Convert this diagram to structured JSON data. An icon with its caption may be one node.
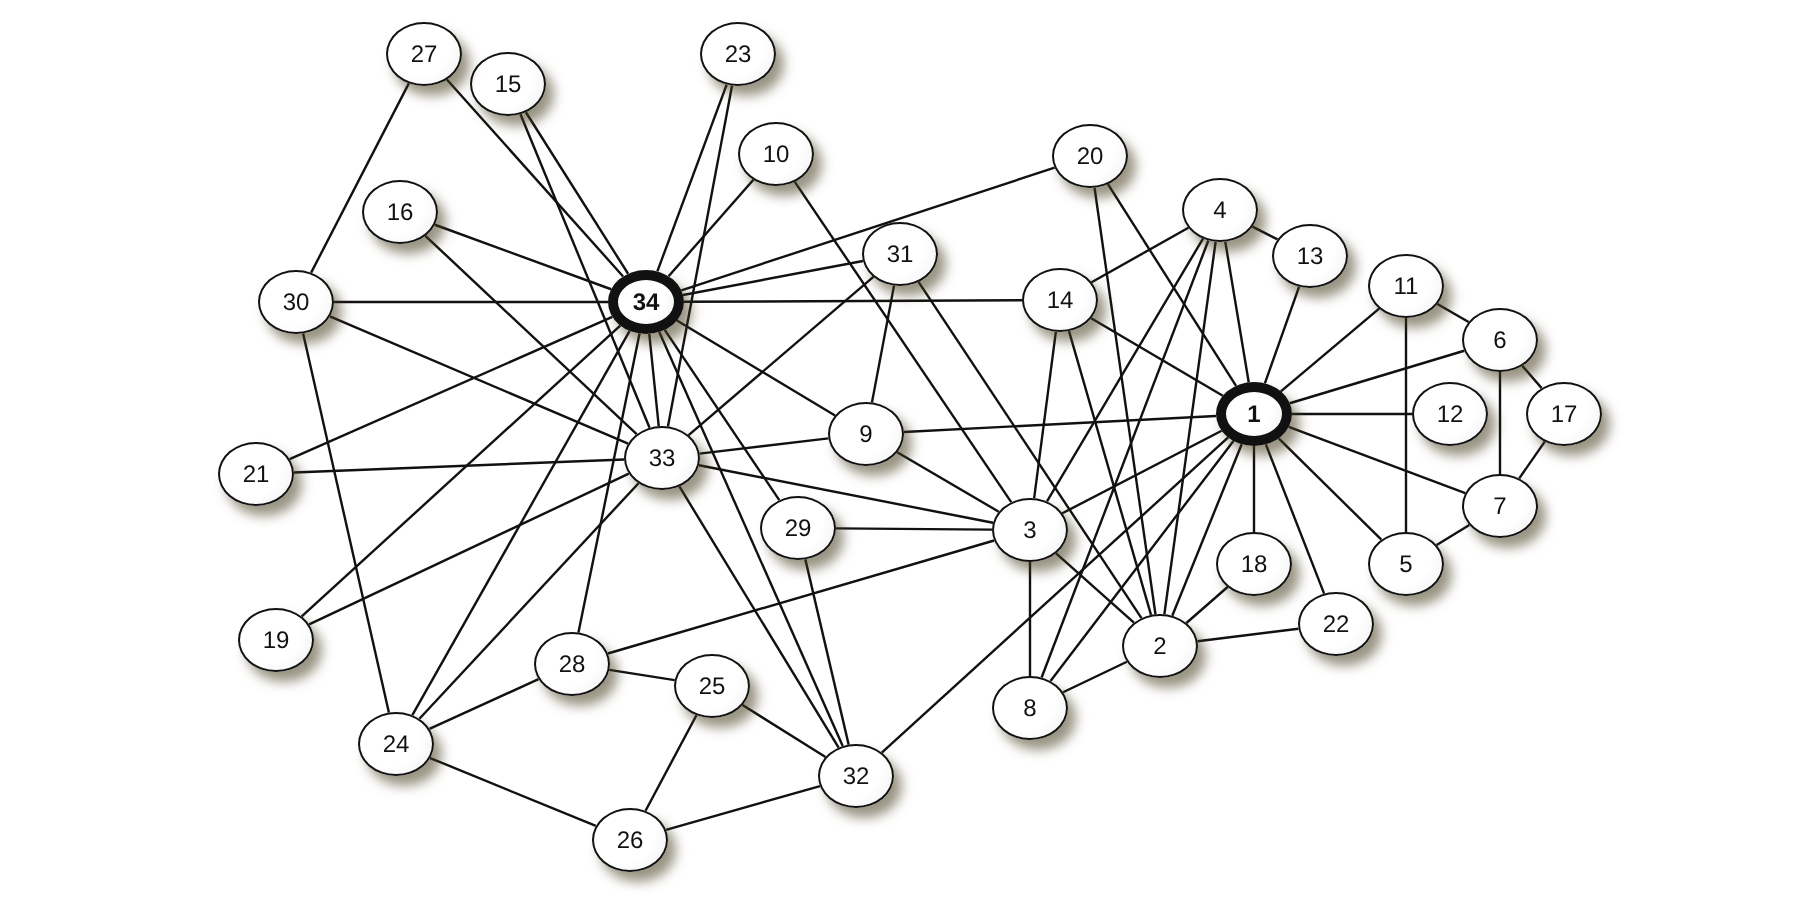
{
  "diagram": {
    "nodes": [
      {
        "text": [
          "1"
        ]
      },
      {
        "text": [
          "2"
        ]
      },
      {
        "text": [
          "3"
        ]
      },
      {
        "text": [
          "4"
        ]
      },
      {
        "text": [
          "5"
        ]
      },
      {
        "text": [
          "6"
        ]
      },
      {
        "text": [
          "7"
        ]
      },
      {
        "text": [
          "8"
        ]
      },
      {
        "text": [
          "9"
        ]
      },
      {
        "text": [
          "10"
        ]
      },
      {
        "text": [
          "11"
        ]
      },
      {
        "text": [
          "12"
        ]
      },
      {
        "text": [
          "13"
        ]
      },
      {
        "text": [
          "14"
        ]
      },
      {
        "text": [
          "15"
        ]
      },
      {
        "text": [
          "16"
        ]
      },
      {
        "text": [
          "17"
        ]
      },
      {
        "text": [
          "18"
        ]
      },
      {
        "text": [
          "19"
        ]
      },
      {
        "text": [
          "20"
        ]
      },
      {
        "text": [
          "21"
        ]
      },
      {
        "text": [
          "22"
        ]
      },
      {
        "text": [
          "23"
        ]
      },
      {
        "text": [
          "24"
        ]
      },
      {
        "text": [
          "25"
        ]
      },
      {
        "text": [
          "26"
        ]
      },
      {
        "text": [
          "27"
        ]
      },
      {
        "text": [
          "28"
        ]
      },
      {
        "text": [
          "29"
        ]
      },
      {
        "text": [
          "30"
        ]
      },
      {
        "text": [
          "31"
        ]
      },
      {
        "text": [
          "32"
        ]
      },
      {
        "text": [
          "33"
        ]
      },
      {
        "text": [
          "34"
        ]
      }
    ],
    "edges": [
      {
        "from": 0,
        "to": 1,
        "arrow": "none"
      },
      {
        "from": 0,
        "to": 2,
        "arrow": "none"
      },
      {
        "from": 0,
        "to": 3,
        "arrow": "none"
      },
      {
        "from": 0,
        "to": 4,
        "arrow": "none"
      },
      {
        "from": 0,
        "to": 5,
        "arrow": "none"
      },
      {
        "from": 0,
        "to": 6,
        "arrow": "none"
      },
      {
        "from": 0,
        "to": 7,
        "arrow": "none"
      },
      {
        "from": 0,
        "to": 8,
        "arrow": "none"
      },
      {
        "from": 0,
        "to": 10,
        "arrow": "none"
      },
      {
        "from": 0,
        "to": 11,
        "arrow": "none"
      },
      {
        "from": 0,
        "to": 12,
        "arrow": "none"
      },
      {
        "from": 0,
        "to": 13,
        "arrow": "none"
      },
      {
        "from": 0,
        "to": 17,
        "arrow": "none"
      },
      {
        "from": 0,
        "to": 19,
        "arrow": "none"
      },
      {
        "from": 0,
        "to": 21,
        "arrow": "none"
      },
      {
        "from": 0,
        "to": 31,
        "arrow": "none"
      },
      {
        "from": 1,
        "to": 2,
        "arrow": "none"
      },
      {
        "from": 1,
        "to": 3,
        "arrow": "none"
      },
      {
        "from": 1,
        "to": 7,
        "arrow": "none"
      },
      {
        "from": 1,
        "to": 13,
        "arrow": "none"
      },
      {
        "from": 1,
        "to": 17,
        "arrow": "none"
      },
      {
        "from": 1,
        "to": 19,
        "arrow": "none"
      },
      {
        "from": 1,
        "to": 21,
        "arrow": "none"
      },
      {
        "from": 1,
        "to": 30,
        "arrow": "none"
      },
      {
        "from": 2,
        "to": 3,
        "arrow": "none"
      },
      {
        "from": 2,
        "to": 7,
        "arrow": "none"
      },
      {
        "from": 2,
        "to": 8,
        "arrow": "none"
      },
      {
        "from": 2,
        "to": 9,
        "arrow": "none"
      },
      {
        "from": 2,
        "to": 13,
        "arrow": "none"
      },
      {
        "from": 2,
        "to": 27,
        "arrow": "none"
      },
      {
        "from": 2,
        "to": 28,
        "arrow": "none"
      },
      {
        "from": 2,
        "to": 32,
        "arrow": "none"
      },
      {
        "from": 3,
        "to": 7,
        "arrow": "none"
      },
      {
        "from": 3,
        "to": 12,
        "arrow": "none"
      },
      {
        "from": 3,
        "to": 13,
        "arrow": "none"
      },
      {
        "from": 4,
        "to": 6,
        "arrow": "none"
      },
      {
        "from": 4,
        "to": 10,
        "arrow": "none"
      },
      {
        "from": 5,
        "to": 6,
        "arrow": "none"
      },
      {
        "from": 5,
        "to": 10,
        "arrow": "none"
      },
      {
        "from": 5,
        "to": 16,
        "arrow": "none"
      },
      {
        "from": 6,
        "to": 16,
        "arrow": "none"
      },
      {
        "from": 8,
        "to": 30,
        "arrow": "none"
      },
      {
        "from": 8,
        "to": 32,
        "arrow": "none"
      },
      {
        "from": 8,
        "to": 33,
        "arrow": "none"
      },
      {
        "from": 9,
        "to": 33,
        "arrow": "none"
      },
      {
        "from": 13,
        "to": 33,
        "arrow": "none"
      },
      {
        "from": 14,
        "to": 32,
        "arrow": "none"
      },
      {
        "from": 14,
        "to": 33,
        "arrow": "none"
      },
      {
        "from": 15,
        "to": 32,
        "arrow": "none"
      },
      {
        "from": 15,
        "to": 33,
        "arrow": "none"
      },
      {
        "from": 18,
        "to": 32,
        "arrow": "none"
      },
      {
        "from": 18,
        "to": 33,
        "arrow": "none"
      },
      {
        "from": 19,
        "to": 33,
        "arrow": "none"
      },
      {
        "from": 20,
        "to": 32,
        "arrow": "none"
      },
      {
        "from": 20,
        "to": 33,
        "arrow": "none"
      },
      {
        "from": 22,
        "to": 32,
        "arrow": "none"
      },
      {
        "from": 22,
        "to": 33,
        "arrow": "none"
      },
      {
        "from": 23,
        "to": 25,
        "arrow": "none"
      },
      {
        "from": 23,
        "to": 27,
        "arrow": "none"
      },
      {
        "from": 23,
        "to": 29,
        "arrow": "none"
      },
      {
        "from": 23,
        "to": 32,
        "arrow": "none"
      },
      {
        "from": 23,
        "to": 33,
        "arrow": "none"
      },
      {
        "from": 24,
        "to": 25,
        "arrow": "none"
      },
      {
        "from": 24,
        "to": 27,
        "arrow": "none"
      },
      {
        "from": 24,
        "to": 31,
        "arrow": "none"
      },
      {
        "from": 25,
        "to": 31,
        "arrow": "none"
      },
      {
        "from": 26,
        "to": 29,
        "arrow": "none"
      },
      {
        "from": 26,
        "to": 33,
        "arrow": "none"
      },
      {
        "from": 27,
        "to": 33,
        "arrow": "none"
      },
      {
        "from": 28,
        "to": 31,
        "arrow": "none"
      },
      {
        "from": 28,
        "to": 33,
        "arrow": "none"
      },
      {
        "from": 29,
        "to": 32,
        "arrow": "none"
      },
      {
        "from": 29,
        "to": 33,
        "arrow": "none"
      },
      {
        "from": 30,
        "to": 32,
        "arrow": "none"
      },
      {
        "from": 30,
        "to": 33,
        "arrow": "none"
      },
      {
        "from": 31,
        "to": 32,
        "arrow": "none"
      },
      {
        "from": 31,
        "to": 33,
        "arrow": "none"
      },
      {
        "from": 32,
        "to": 33,
        "arrow": "none"
      }
    ]
  }
}
